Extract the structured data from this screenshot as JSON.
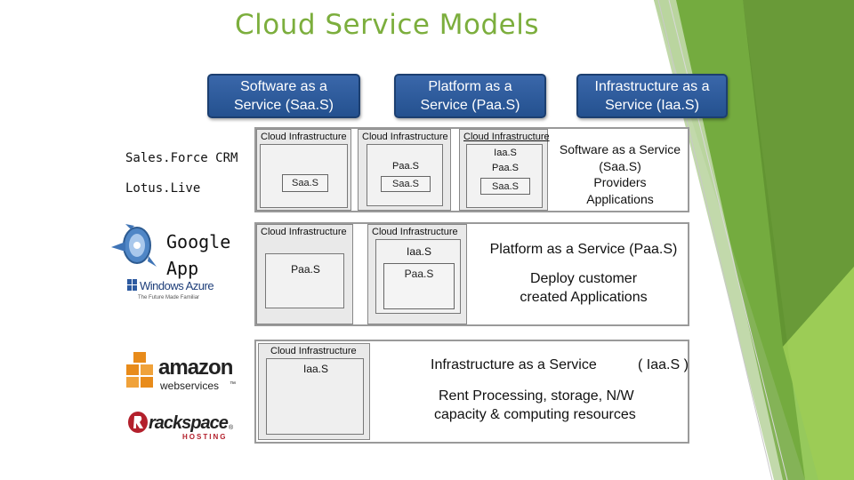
{
  "title": "Cloud Service Models",
  "headers": [
    {
      "line1": "Software as a",
      "line2": "Service (Saa.S)"
    },
    {
      "line1": "Platform as a",
      "line2": "Service (Paa.S)"
    },
    {
      "line1": "Infrastructure as a",
      "line2": "Service (Iaa.S)"
    }
  ],
  "examples": {
    "saas": [
      "Sales.Force CRM",
      "Lotus.Live"
    ],
    "google": [
      "Google",
      "App"
    ]
  },
  "logos": {
    "azure_name": "Windows Azure",
    "azure_tagline": "The Future Made Familiar",
    "amazon_name": "amazon",
    "amazon_sub": "webservices",
    "amazon_tm": "™",
    "rackspace_name": "rackspace",
    "rackspace_sub": "HOSTING",
    "rackspace_reg": "®"
  },
  "saas_row": {
    "stack1": {
      "label": "Cloud Infrastructure",
      "box": "Saa.S"
    },
    "stack2": {
      "label": "Cloud Infrastructure",
      "mid": "Paa.S",
      "box": "Saa.S"
    },
    "stack3": {
      "label": "Cloud Infrastructure",
      "lines": [
        "Iaa.S",
        "Paa.S",
        "Saa.S"
      ]
    },
    "desc": [
      "Software as a Service",
      "(Saa.S)",
      "Providers",
      "Applications"
    ]
  },
  "paas_row": {
    "stack1": {
      "label": "Cloud Infrastructure",
      "box": "Paa.S"
    },
    "stack2": {
      "label": "Cloud Infrastructure",
      "mid": "Iaa.S",
      "box": "Paa.S"
    },
    "desc_title": "Platform as a Service (Paa.S)",
    "desc": [
      "Deploy customer",
      "created Applications"
    ]
  },
  "iaas_row": {
    "stack1": {
      "label": "Cloud Infrastructure",
      "box": "Iaa.S"
    },
    "desc_title": "Infrastructure as a Service",
    "desc_abbr": "( Iaa.S )",
    "desc": [
      "Rent Processing, storage, N/W",
      "capacity &  computing resources"
    ]
  }
}
